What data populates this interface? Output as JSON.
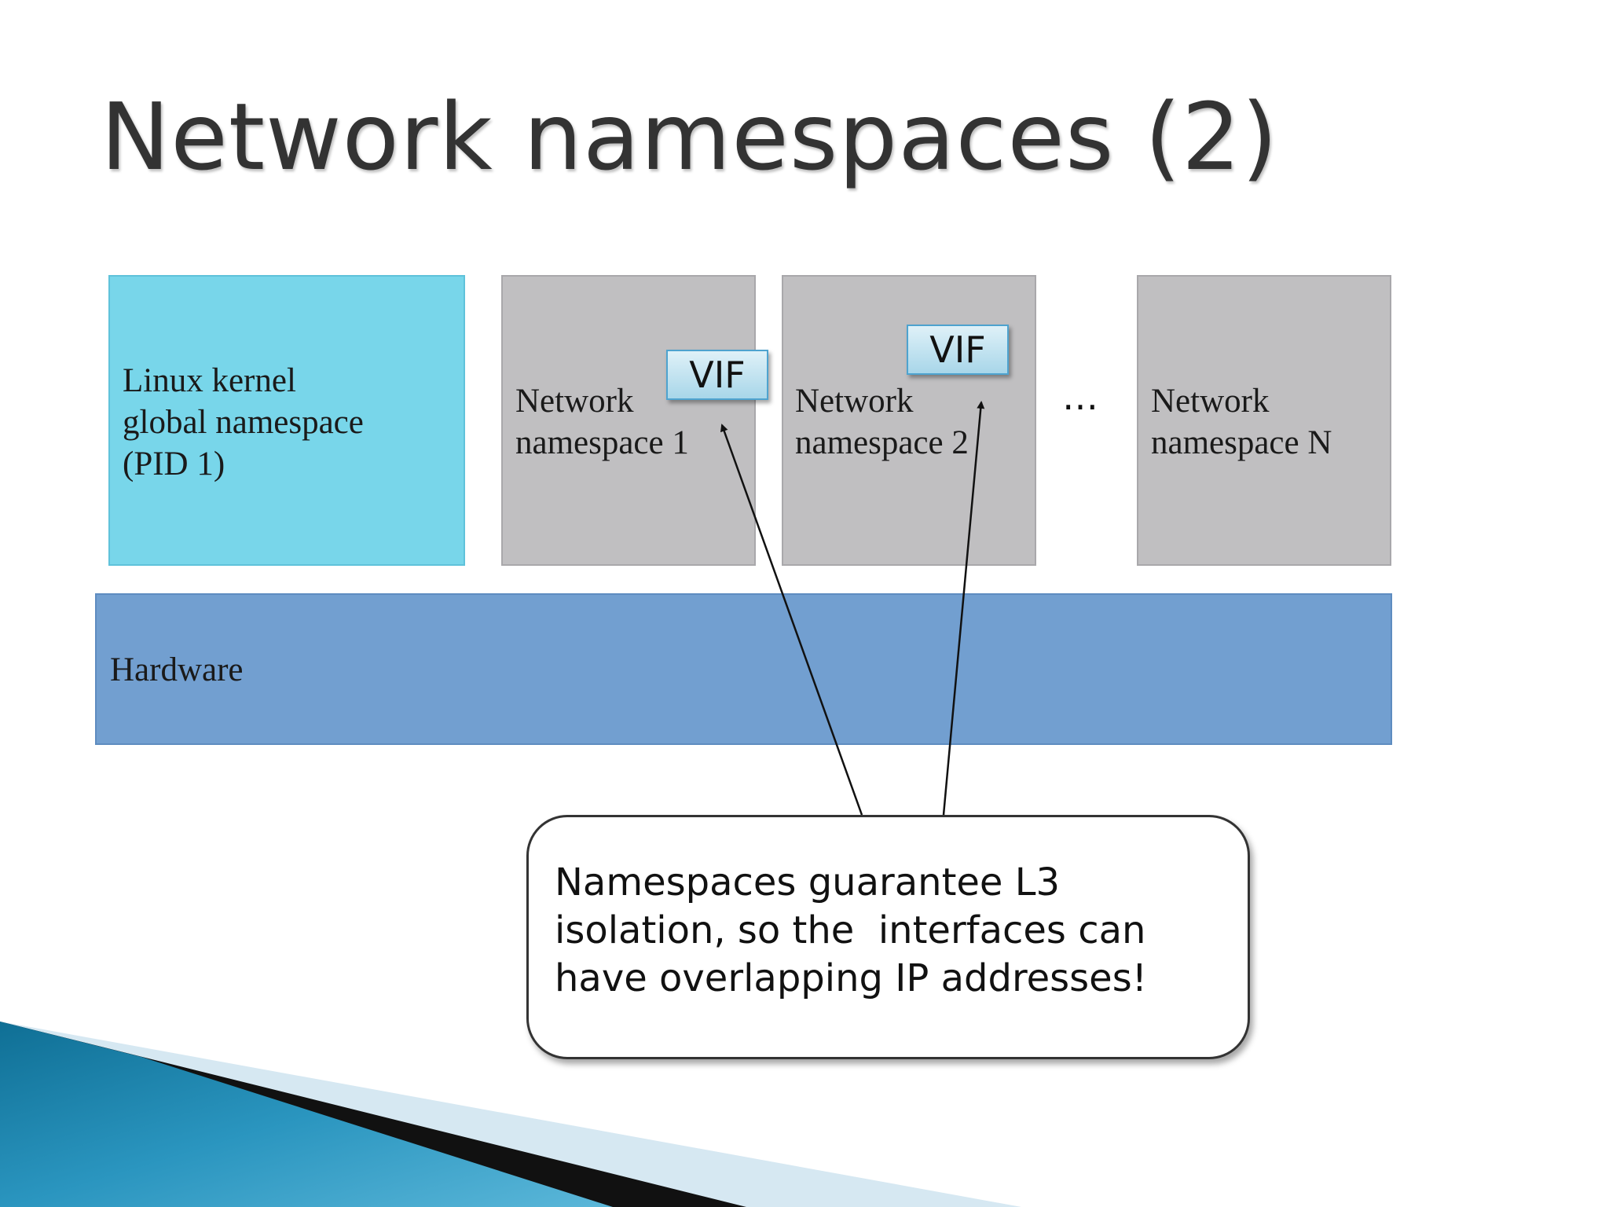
{
  "slide": {
    "title": "Network namespaces (2)",
    "kernel": {
      "label": "Linux kernel\nglobal namespace\n(PID 1)"
    },
    "namespaces": [
      {
        "label": "Network\nnamespace 1"
      },
      {
        "label": "Network\nnamespace 2"
      },
      {
        "label": "Network\nnamespace N"
      }
    ],
    "ellipsis": "…",
    "vifs": [
      {
        "label": "VIF"
      },
      {
        "label": "VIF"
      }
    ],
    "hardware": {
      "label": "Hardware"
    },
    "callout": {
      "text": "Namespaces guarantee L3\nisolation, so the  interfaces can\nhave overlapping IP addresses!"
    }
  },
  "colors": {
    "kernel": "#78d6ea",
    "namespace": "#c0bfc1",
    "hardware": "#729fd0",
    "vif": "#a8d6e9",
    "swoosh_blue": "#1e7fa8",
    "swoosh_dark": "#111111",
    "swoosh_light": "#d6e8f2"
  }
}
